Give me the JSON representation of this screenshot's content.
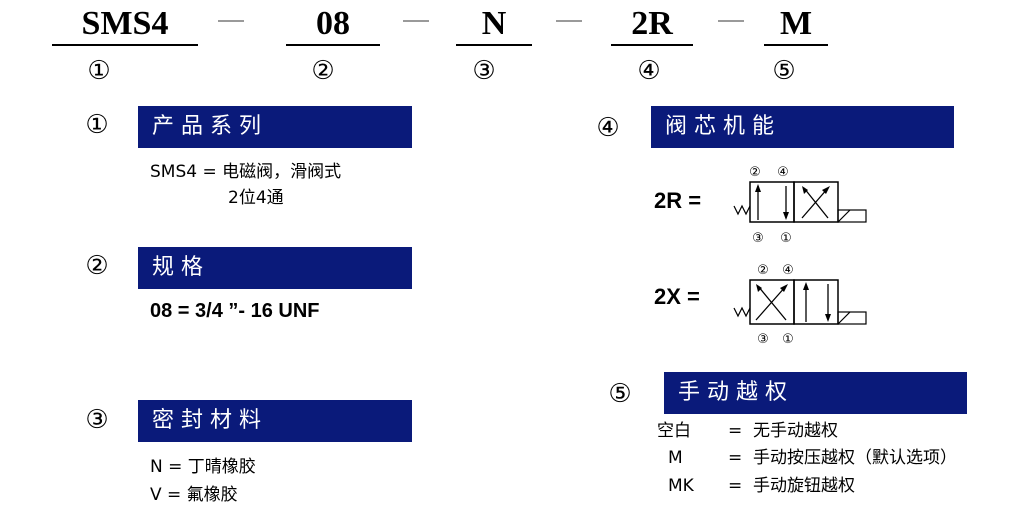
{
  "model_code": {
    "segments": [
      "SMS4",
      "08",
      "N",
      "2R",
      "M"
    ],
    "markers": [
      "①",
      "②",
      "③",
      "④",
      "⑤"
    ]
  },
  "sections": {
    "series": {
      "marker": "①",
      "title": "产品系列",
      "lines": [
        "SMS4 = 电磁阀，滑阀式",
        "2位4通"
      ]
    },
    "size": {
      "marker": "②",
      "title": "规格",
      "lines": [
        "08 = 3/4 ”- 16 UNF"
      ]
    },
    "seal": {
      "marker": "③",
      "title": "密封材料",
      "lines": [
        "N = 丁晴橡胶",
        "V = 氟橡胶"
      ]
    },
    "function": {
      "marker": "④",
      "title": "阀芯机能",
      "symbols": [
        {
          "label": "2R =",
          "ports_top": [
            "②",
            "④"
          ],
          "ports_bottom": [
            "③",
            "①"
          ]
        },
        {
          "label": "2X =",
          "ports_top": [
            "②",
            "④"
          ],
          "ports_bottom": [
            "③",
            "①"
          ]
        }
      ]
    },
    "override": {
      "marker": "⑤",
      "title": "手动越权",
      "options": [
        {
          "code": "空白",
          "eq": "=",
          "desc": "无手动越权"
        },
        {
          "code": "M",
          "eq": "=",
          "desc": "手动按压越权（默认选项）"
        },
        {
          "code": "MK",
          "eq": "=",
          "desc": "手动旋钮越权"
        }
      ]
    }
  }
}
